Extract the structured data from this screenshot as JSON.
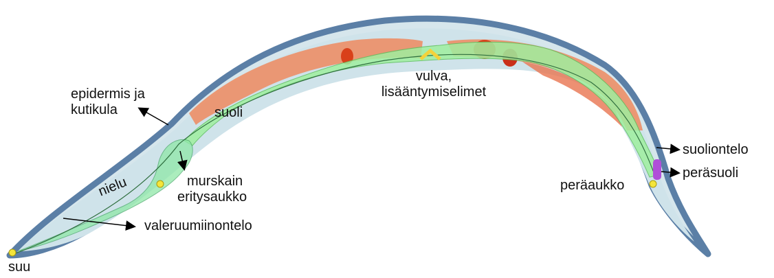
{
  "labels": {
    "epidermis_line1": "epidermis ja",
    "epidermis_line2": "kutikula",
    "suoli": "suoli",
    "vulva_line1": "vulva,",
    "vulva_line2": "lisääntymiselimet",
    "suoliontelo": "suoliontelo",
    "perasuoli": "peräsuoli",
    "peraaukko": "peräaukko",
    "nielu": "nielu",
    "murskain": "murskain",
    "eritysaukko": "eritysaukko",
    "valeruumiinontelo": "valeruumiinontelo",
    "suu": "suu"
  },
  "colors": {
    "cuticle": "#5b7fa6",
    "body_fill": "#d6e6ec",
    "gut": "#9fef9f",
    "gonad": "#ef8a5f",
    "egg": "#d9401a",
    "rectum": "#b04fd8",
    "pore": "#f4e53a"
  }
}
